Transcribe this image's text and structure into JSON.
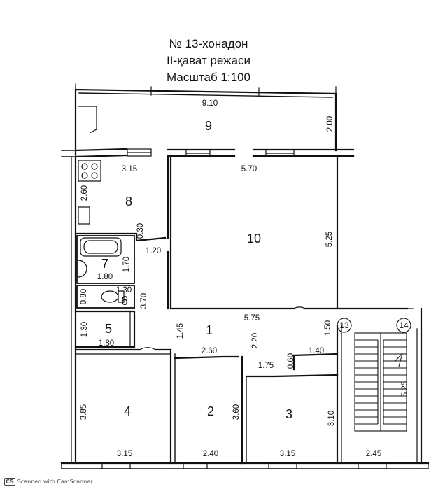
{
  "title": {
    "apartment": "№ 13-хонадон",
    "floor": "II-қават режаси",
    "scale": "Масштаб 1:100"
  },
  "rooms": [
    {
      "id": "9",
      "label": "9"
    },
    {
      "id": "8",
      "label": "8"
    },
    {
      "id": "10",
      "label": "10"
    },
    {
      "id": "7",
      "label": "7"
    },
    {
      "id": "6",
      "label": "6"
    },
    {
      "id": "5",
      "label": "5"
    },
    {
      "id": "1",
      "label": "1"
    },
    {
      "id": "4",
      "label": "4"
    },
    {
      "id": "2",
      "label": "2"
    },
    {
      "id": "3",
      "label": "3"
    }
  ],
  "dimensions": [
    "9.10",
    "2.00",
    "3.15",
    "5.70",
    "2.60",
    "0.30",
    "1.20",
    "5.25",
    "1.70",
    "1.80",
    "0.80",
    "1.30",
    "3.70",
    "5.75",
    "1.30",
    "1.50",
    "1.80",
    "1.45",
    "2.20",
    "2.60",
    "1.40",
    "1.75",
    "0.60",
    "3.85",
    "3.60",
    "3.10",
    "5.25",
    "3.15",
    "2.40",
    "3.15",
    "2.45"
  ],
  "stair_markers": [
    "13",
    "14"
  ],
  "footer": {
    "badge": "CS",
    "text": "Scanned with CamScanner"
  }
}
